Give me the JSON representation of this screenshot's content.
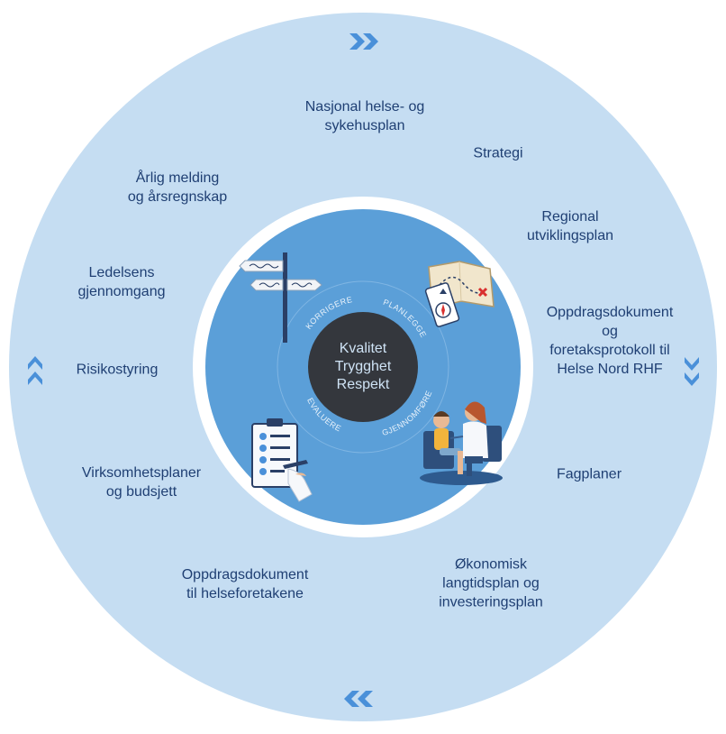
{
  "outer_ring": {
    "items": [
      {
        "label": "Nasjonal helse- og\nsykehusplan"
      },
      {
        "label": "Strategi"
      },
      {
        "label": "Regional\nutviklingsplan"
      },
      {
        "label": "Oppdragsdokument og\nforetaksprotokoll til\nHelse Nord RHF"
      },
      {
        "label": "Fagplaner"
      },
      {
        "label": "Økonomisk\nlangtidsplan og\ninvesteringsplan"
      },
      {
        "label": "Oppdragsdokument\ntil helseforetakene"
      },
      {
        "label": "Virksomhetsplaner\nog budsjett"
      },
      {
        "label": "Risikostyring"
      },
      {
        "label": "Ledelsens\ngjennomgang"
      },
      {
        "label": "Årlig melding\nog årsregnskap"
      }
    ],
    "arrow_icons": [
      "chevron-right-double-icon",
      "chevron-down-double-icon",
      "chevron-left-double-icon",
      "chevron-up-double-icon"
    ]
  },
  "inner_cycle": {
    "center_text": "Kvalitet\nTrygghet\nRespekt",
    "phases": [
      "KORRIGERE",
      "PLANLEGGE",
      "GJENNOMFØRE",
      "EVALUERE"
    ],
    "icons": [
      "signpost-icon",
      "treasure-map-compass-icon",
      "doctor-patient-icon",
      "checklist-clipboard-icon"
    ]
  },
  "colors": {
    "outer_ring": "#c5ddf2",
    "inner_disc": "#5b9fd8",
    "center_circle": "#34373d",
    "label_text": "#1f3f73",
    "arrow": "#4a90d9"
  }
}
